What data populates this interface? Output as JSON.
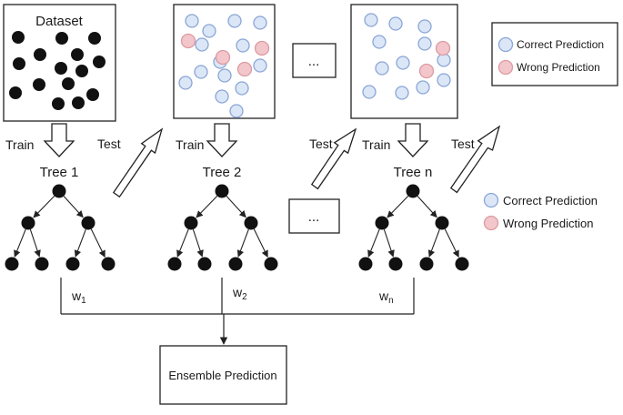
{
  "dataset": {
    "title": "Dataset"
  },
  "trees": [
    {
      "name": "Tree 1",
      "weight_base": "w",
      "weight_sub": "1"
    },
    {
      "name": "Tree 2",
      "weight_base": "w",
      "weight_sub": "2"
    },
    {
      "name": "Tree n",
      "weight_base": "w",
      "weight_sub": "n"
    }
  ],
  "labels": {
    "train": "Train",
    "test": "Test",
    "ellipsis": "..."
  },
  "legend": {
    "correct": "Correct Prediction",
    "wrong": "Wrong Prediction"
  },
  "output": {
    "title": "Ensemble Prediction"
  },
  "colors": {
    "correct_fill": "#dbe6f7",
    "correct_stroke": "#8aa6d6",
    "wrong_fill": "#f2c6cb",
    "wrong_stroke": "#dc9aa1",
    "dot": "#111111",
    "line": "#222222"
  }
}
